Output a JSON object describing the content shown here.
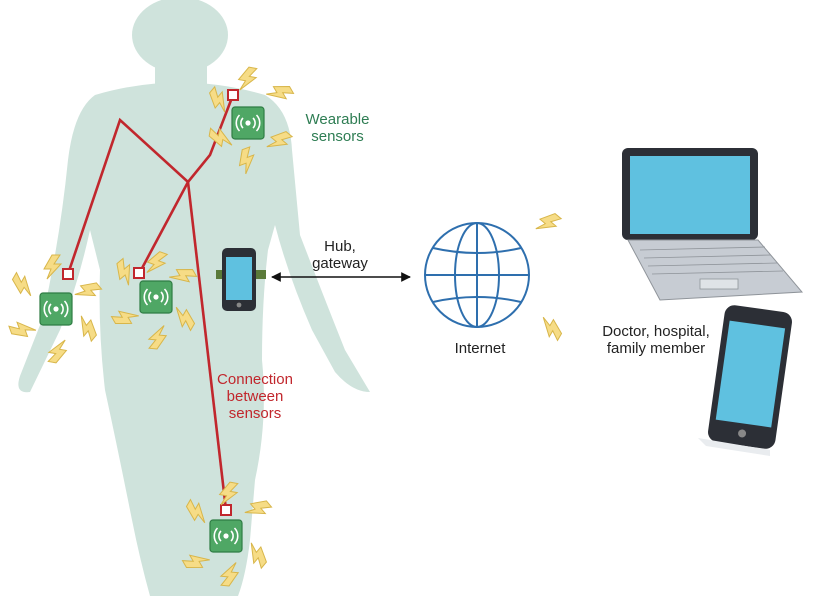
{
  "labels": {
    "wearable": [
      "Wearable",
      "sensors"
    ],
    "connection": [
      "Connection",
      "between",
      "sensors"
    ],
    "hub": [
      "Hub,",
      "gateway"
    ],
    "internet": "Internet",
    "doctor": [
      "Doctor, hospital,",
      "family member"
    ]
  },
  "colors": {
    "body": "#cfe3dc",
    "sensor": "#4fa765",
    "connection": "#c1272d",
    "wearable_text": "#2e7d53",
    "globe": "#2e6fae",
    "bolt": "#f3d77a",
    "device_dark": "#2c2f36",
    "screen": "#5fc1e0",
    "laptop_body": "#c7ccd3"
  },
  "icons": [
    "sensor-icon",
    "lightning-icon",
    "smartphone-icon",
    "globe-icon",
    "laptop-icon",
    "double-arrow-icon"
  ]
}
